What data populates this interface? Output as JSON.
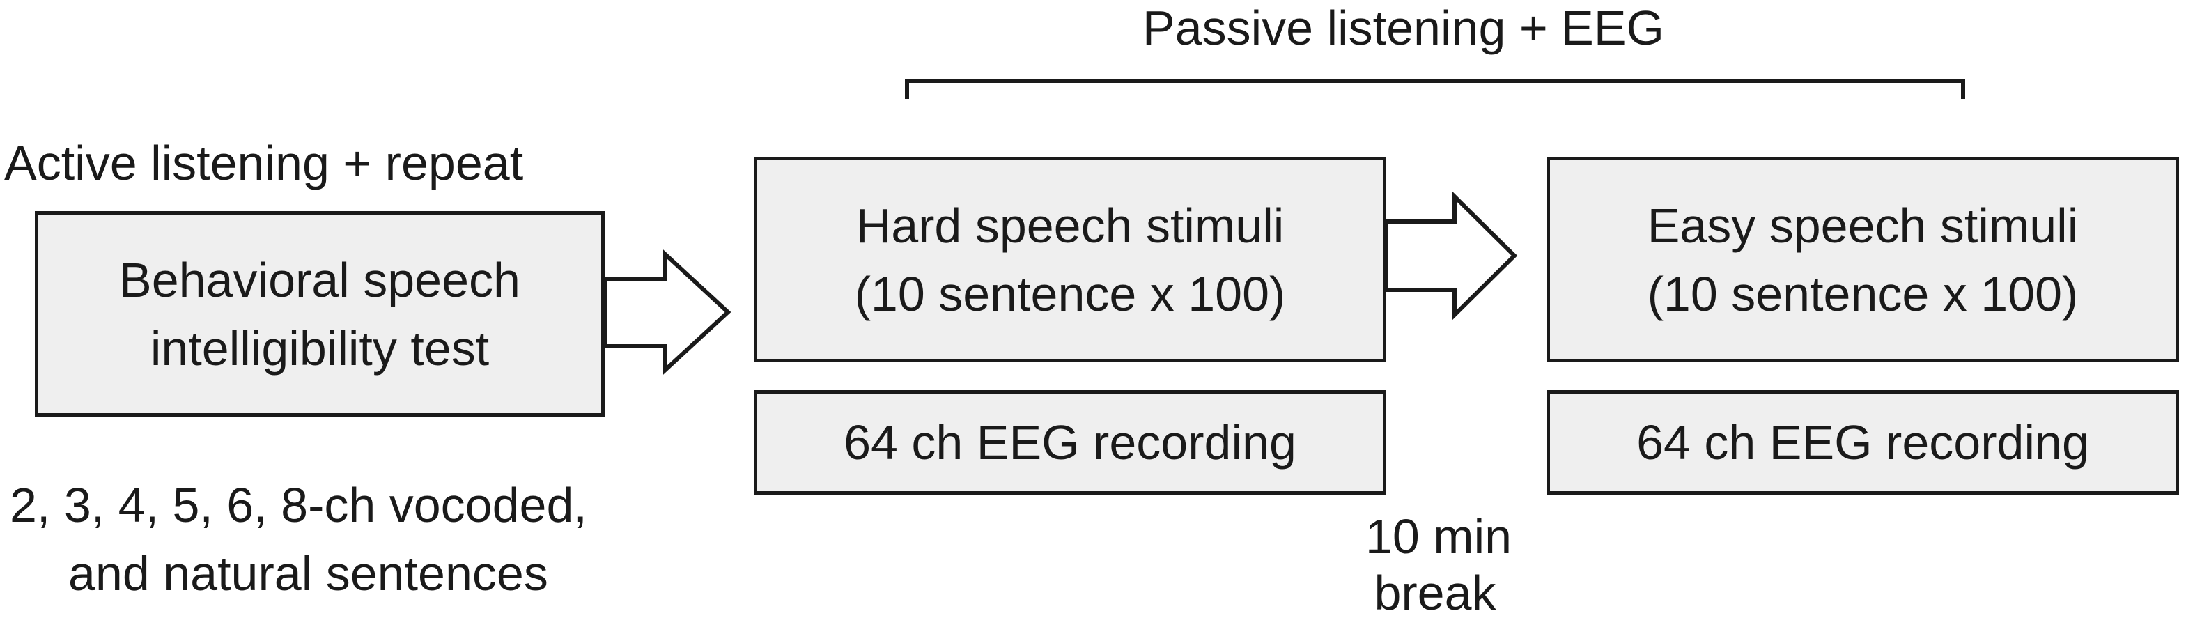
{
  "passive_label": "Passive listening + EEG",
  "active_label": "Active listening + repeat",
  "behavioral_box": {
    "line1": "Behavioral speech",
    "line2": "intelligibility test"
  },
  "conditions_note": {
    "line1": "2, 3, 4, 5, 6, 8-ch vocoded,",
    "line2": "and natural sentences"
  },
  "hard_box": {
    "line1": "Hard speech stimuli",
    "line2": "(10 sentence x 100)"
  },
  "easy_box": {
    "line1": "Easy speech stimuli",
    "line2": "(10 sentence x 100)"
  },
  "eeg_left_label": "64 ch EEG recording",
  "eeg_right_label": "64 ch EEG recording",
  "break_note": {
    "line1": "10 min",
    "line2": "break"
  },
  "colors": {
    "box_fill": "#efefef",
    "stroke": "#1a1a1a",
    "text": "#1a1a1a"
  }
}
